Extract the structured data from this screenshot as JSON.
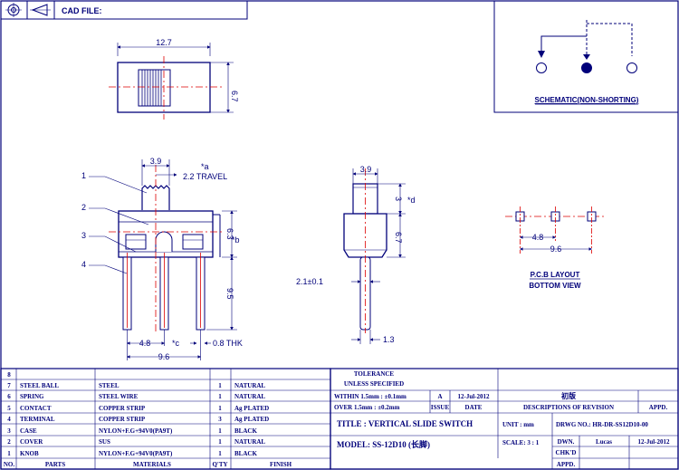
{
  "header": {
    "cad_file_label": "CAD FILE:"
  },
  "schematic": {
    "title": "SCHEMATIC(NON-SHORTING)"
  },
  "top_view": {
    "width": "12.7",
    "height": "6.7"
  },
  "front_view": {
    "knob_width": "3.9",
    "travel": "2.2 TRAVEL",
    "note_a": "*a",
    "body_height": "6.3",
    "note_b": "*b",
    "pin_length": "9.5",
    "pitch": "4.8",
    "note_c": "*c",
    "thickness": "0.8 THK",
    "overall": "9.6",
    "callouts": [
      "1",
      "2",
      "3",
      "4"
    ]
  },
  "side_view": {
    "knob_width": "3.9",
    "knob_height": "3",
    "note_d": "*d",
    "body_height": "6.7",
    "pin_width": "2.1±0.1",
    "pin_thk": "1.3"
  },
  "pcb": {
    "pitch": "4.8",
    "overall": "9.6",
    "title": "P.C.B LAYOUT",
    "subtitle": "BOTTOM VIEW"
  },
  "bom": {
    "header": {
      "no": "NO.",
      "parts": "PARTS",
      "materials": "MATERIALS",
      "qty": "Q'TY",
      "finish": "FINISH"
    },
    "rows": [
      {
        "no": "8",
        "part": "",
        "material": "",
        "qty": "",
        "finish": ""
      },
      {
        "no": "7",
        "part": "STEEL BALL",
        "material": "STEEL",
        "qty": "1",
        "finish": "NATURAL"
      },
      {
        "no": "6",
        "part": "SPRING",
        "material": "STEEL WIRE",
        "qty": "1",
        "finish": "NATURAL"
      },
      {
        "no": "5",
        "part": "CONTACT",
        "material": "COPPER STRIP",
        "qty": "1",
        "finish": "Ag PLATED"
      },
      {
        "no": "4",
        "part": "TERMINAL",
        "material": "COPPER STRIP",
        "qty": "3",
        "finish": "Ag PLATED"
      },
      {
        "no": "3",
        "part": "CASE",
        "material": "NYLON+F.G+94V0(PA9T)",
        "qty": "1",
        "finish": "BLACK"
      },
      {
        "no": "2",
        "part": "COVER",
        "material": "SUS",
        "qty": "1",
        "finish": "NATURAL"
      },
      {
        "no": "1",
        "part": "KNOB",
        "material": "NYLON+F.G+94V0(PA9T)",
        "qty": "1",
        "finish": "BLACK"
      }
    ]
  },
  "tolerance": {
    "title": "TOLERANCE",
    "subtitle": "UNLESS  SPECIFIED",
    "line1": "WITHIN 1.5mm : ±0.1mm",
    "line2": "OVER 1.5mm : ±0.2mm"
  },
  "revision": {
    "rev": "A",
    "date": "12-Jul-2012",
    "description": "初版",
    "issue_label": "ISSUE",
    "date_label": "DATE",
    "desc_label": "DESCRIPTIONS OF REVISION",
    "appd_label": "APPD."
  },
  "title_block": {
    "title": "TITLE : VERTICAL SLIDE SWITCH",
    "model": "MODEL:  SS-12D10  (长脚)",
    "unit": "UNIT : mm",
    "drwg_no": "DRWG NO.: HR-DR-SS12D10-00",
    "scale": "SCALE: 3 : 1",
    "dwn_label": "DWN.",
    "dwn_name": "Lucas",
    "dwn_date": "12-Jul-2012",
    "chkd_label": "CHK'D",
    "appd_label": "APPD."
  }
}
